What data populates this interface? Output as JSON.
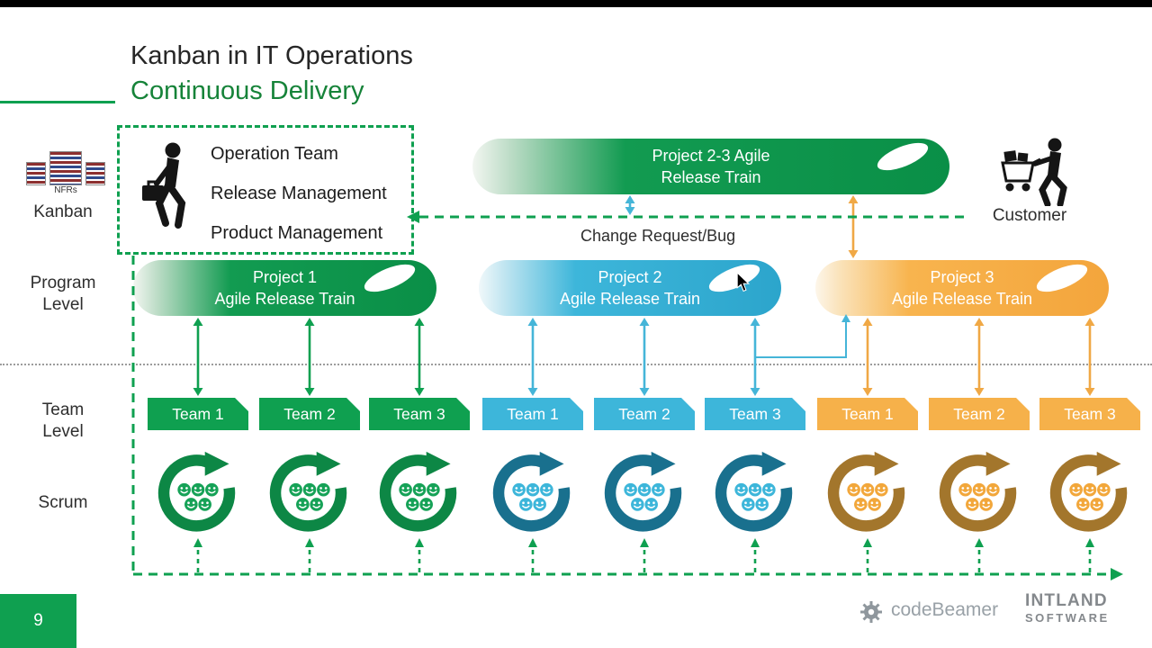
{
  "header": {
    "title": "Kanban in IT Operations",
    "subtitle": "Continuous Delivery"
  },
  "left_labels": {
    "kanban": "Kanban",
    "nfrs": "NFRs",
    "program_level": "Program\nLevel",
    "team_level": "Team\nLevel",
    "scrum": "Scrum"
  },
  "kanban_box": {
    "items": [
      "Operation Team",
      "Release Management",
      "Product Management"
    ]
  },
  "top_train": {
    "label": "Project 2-3 Agile\nRelease Train"
  },
  "customer_label": "Customer",
  "change_request_label": "Change Request/Bug",
  "trains": [
    {
      "label": "Project 1\nAgile Release Train",
      "color": "#0f9a50"
    },
    {
      "label": "Project 2\nAgile Release Train",
      "color": "#3db6da"
    },
    {
      "label": "Project 3\nAgile Release Train",
      "color": "#f8b44e"
    }
  ],
  "teams": [
    {
      "label": "Team 1",
      "color": "#0fa050"
    },
    {
      "label": "Team 2",
      "color": "#0fa050"
    },
    {
      "label": "Team 3",
      "color": "#0fa050"
    },
    {
      "label": "Team 1",
      "color": "#3db6da"
    },
    {
      "label": "Team 2",
      "color": "#3db6da"
    },
    {
      "label": "Team 3",
      "color": "#3db6da"
    },
    {
      "label": "Team 1",
      "color": "#f6b14a"
    },
    {
      "label": "Team 2",
      "color": "#f6b14a"
    },
    {
      "label": "Team 3",
      "color": "#f6b14a"
    }
  ],
  "footer": {
    "page_number": "9",
    "brand": "codeBeamer",
    "company_line1": "INTLAND",
    "company_line2": "SOFTWARE"
  },
  "accent_colors": {
    "green": "#0fa050",
    "teal": "#45b5d8",
    "orange": "#f0a845"
  }
}
